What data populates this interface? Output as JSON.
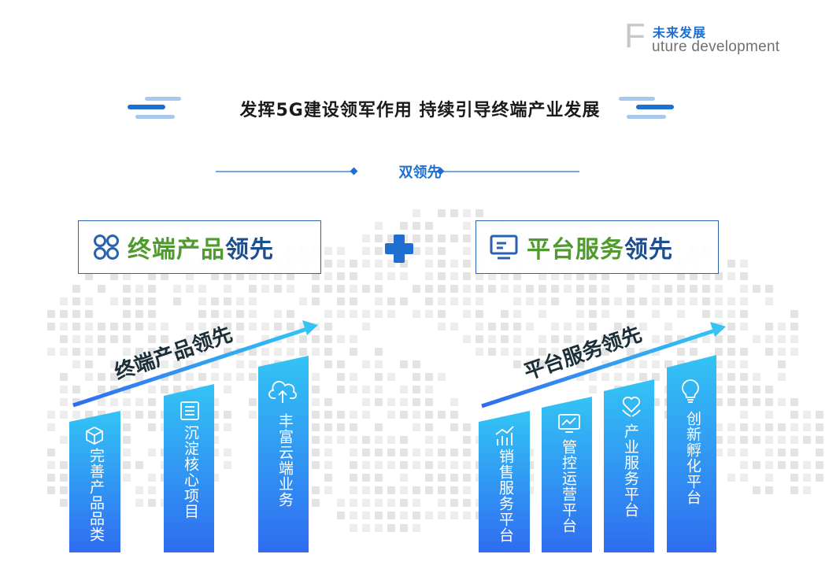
{
  "brand": {
    "letter": "F",
    "cn": "未来发展",
    "en": "uture development"
  },
  "headline": "发挥5G建设领军作用  持续引导终端产业发展",
  "subheading": "双领先",
  "left_box": {
    "title_green": "终端产品",
    "title_navy": "领先"
  },
  "right_box": {
    "title_green": "平台服务",
    "title_navy": "领先"
  },
  "left_arrow_label": "终端产品领先",
  "right_arrow_label": "平台服务领先",
  "left_bars": [
    {
      "label": "完善产品品类",
      "icon": "cube-icon"
    },
    {
      "label": "沉淀核心项目",
      "icon": "list-icon"
    },
    {
      "label": "丰富云端业务",
      "icon": "cloud-upload-icon"
    }
  ],
  "right_bars": [
    {
      "label": "销售服务平台",
      "icon": "chart-up-icon"
    },
    {
      "label": "管控运营平台",
      "icon": "monitor-icon"
    },
    {
      "label": "产业服务平台",
      "icon": "heart-hand-icon"
    },
    {
      "label": "创新孵化平台",
      "icon": "lightbulb-icon"
    }
  ],
  "colors": {
    "accent": "#1f6fd1",
    "green": "#4f9b2f",
    "navy": "#1d4f8f",
    "bar_top": "#33c4f5",
    "bar_bottom": "#2f6cf0"
  }
}
